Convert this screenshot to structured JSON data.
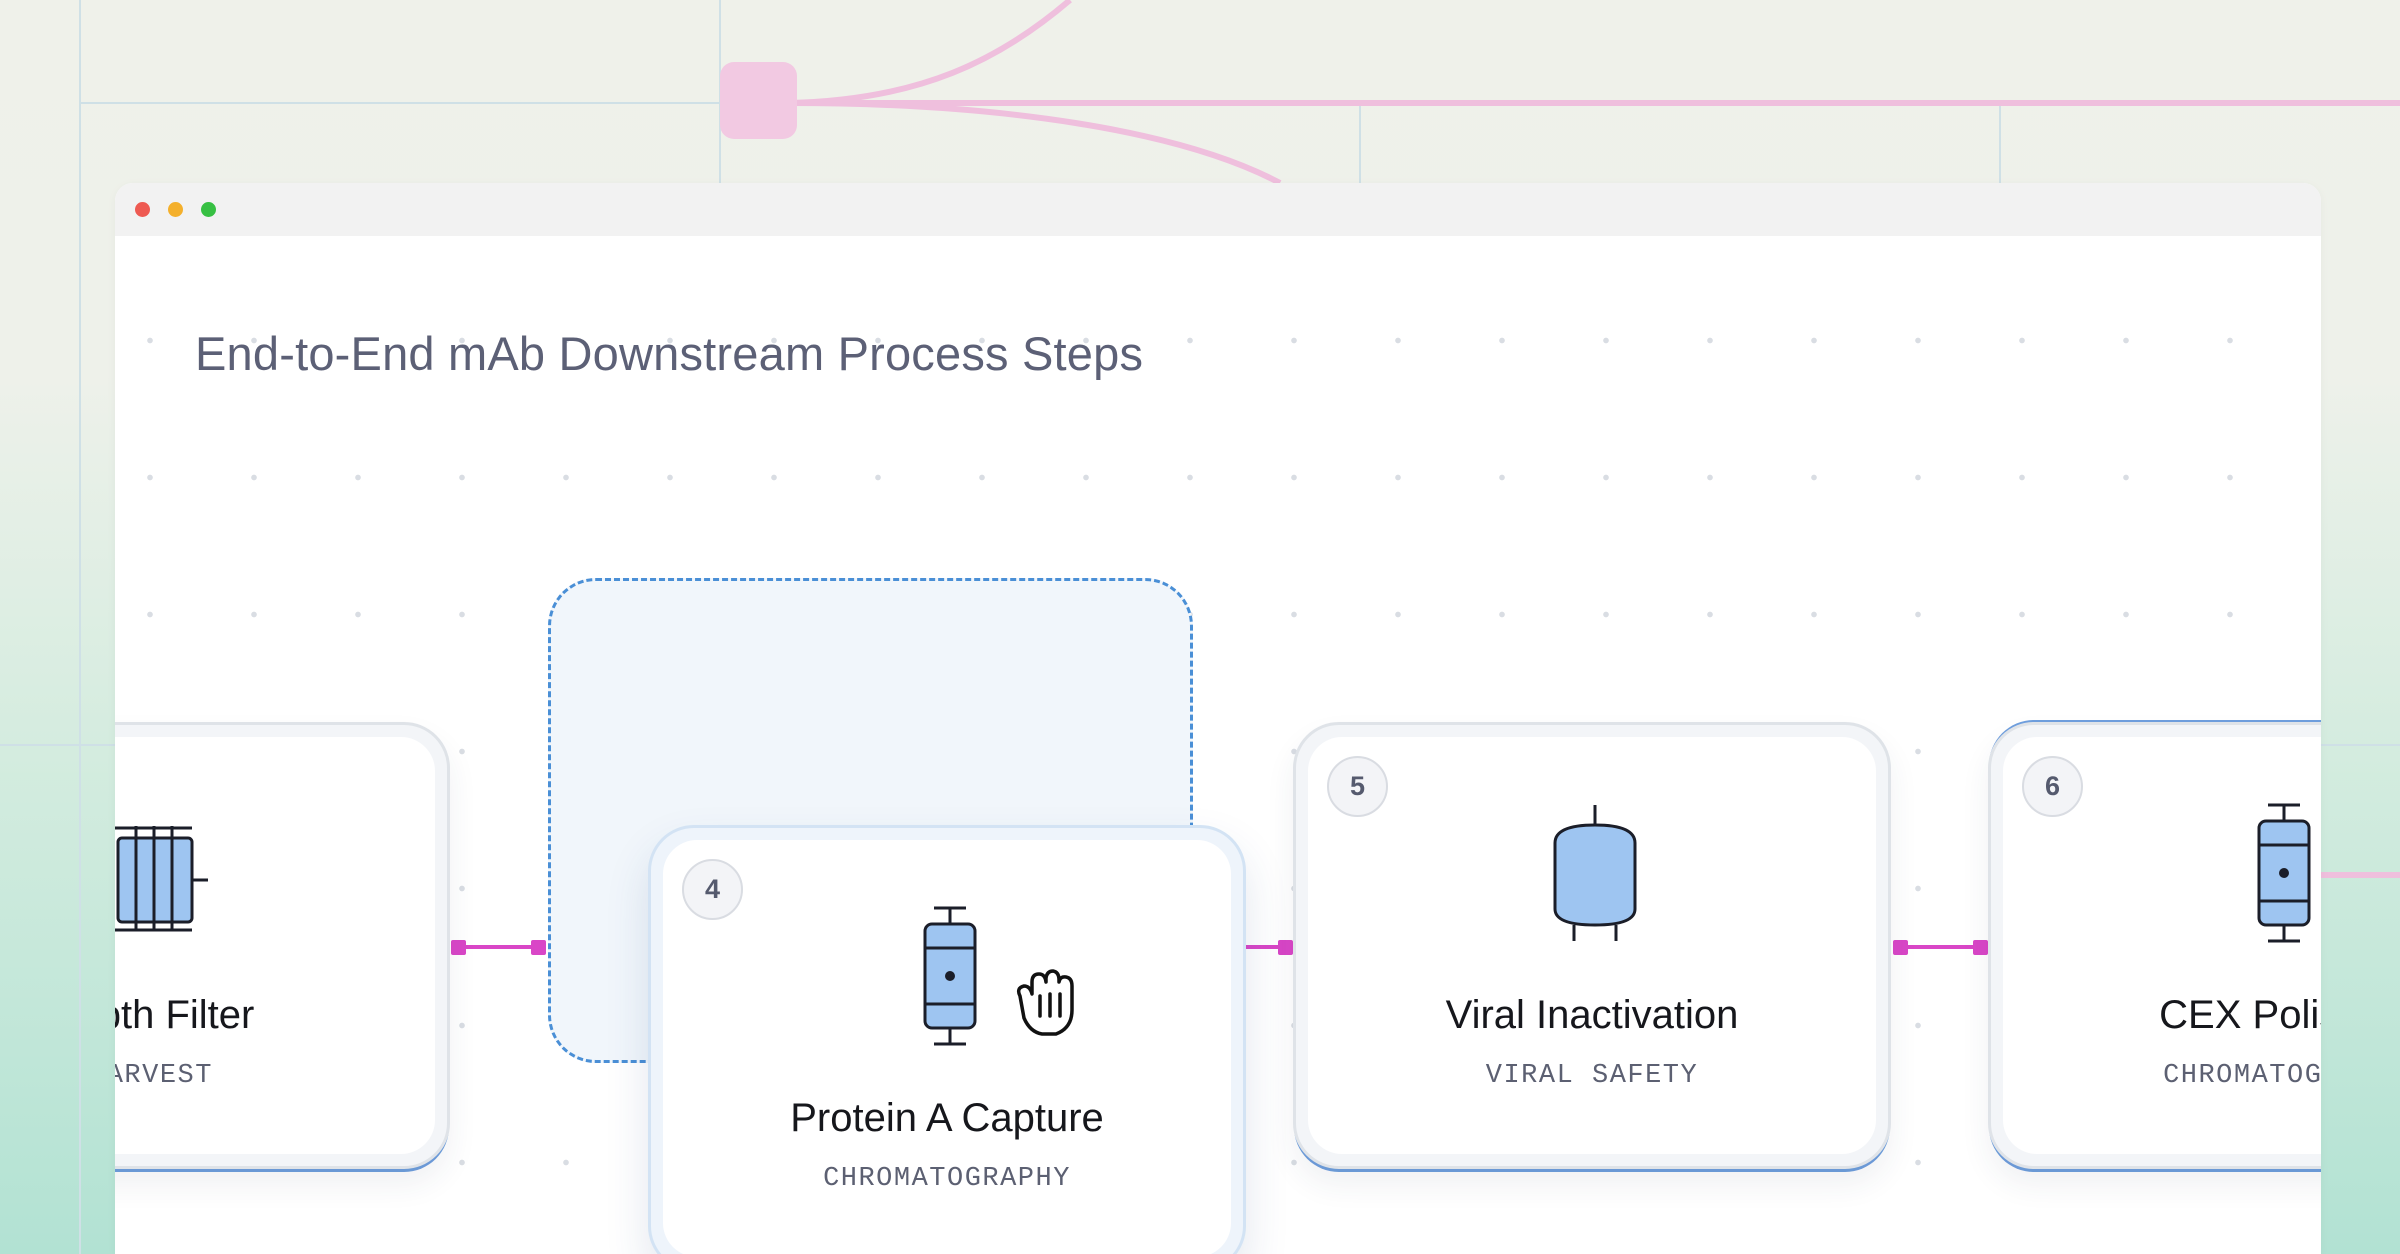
{
  "window": {
    "controls": {
      "close_color": "#ee5a52",
      "minimize_color": "#f4b02c",
      "maximize_color": "#37c043"
    }
  },
  "page": {
    "title": "End-to-End mAb Downstream Process Steps"
  },
  "steps": [
    {
      "number": "",
      "title": "Depth Filter",
      "category": "HARVEST",
      "icon": "depth-filter-icon",
      "state": "default"
    },
    {
      "number": "4",
      "title": "Protein A Capture",
      "category": "CHROMATOGRAPHY",
      "icon": "chromatography-column-icon",
      "state": "dragging"
    },
    {
      "number": "5",
      "title": "Viral Inactivation",
      "category": "VIRAL SAFETY",
      "icon": "tank-vessel-icon",
      "state": "default"
    },
    {
      "number": "6",
      "title": "CEX Polishing",
      "category": "CHROMATOGRAPHY",
      "icon": "chromatography-column-icon",
      "state": "default"
    }
  ],
  "colors": {
    "connector": "#d946c7",
    "dashed_outline": "#4a8fd6",
    "icon_fill": "#9ec5f1",
    "background_node": "#f2c9e2"
  },
  "cursor": "grab-hand-icon"
}
